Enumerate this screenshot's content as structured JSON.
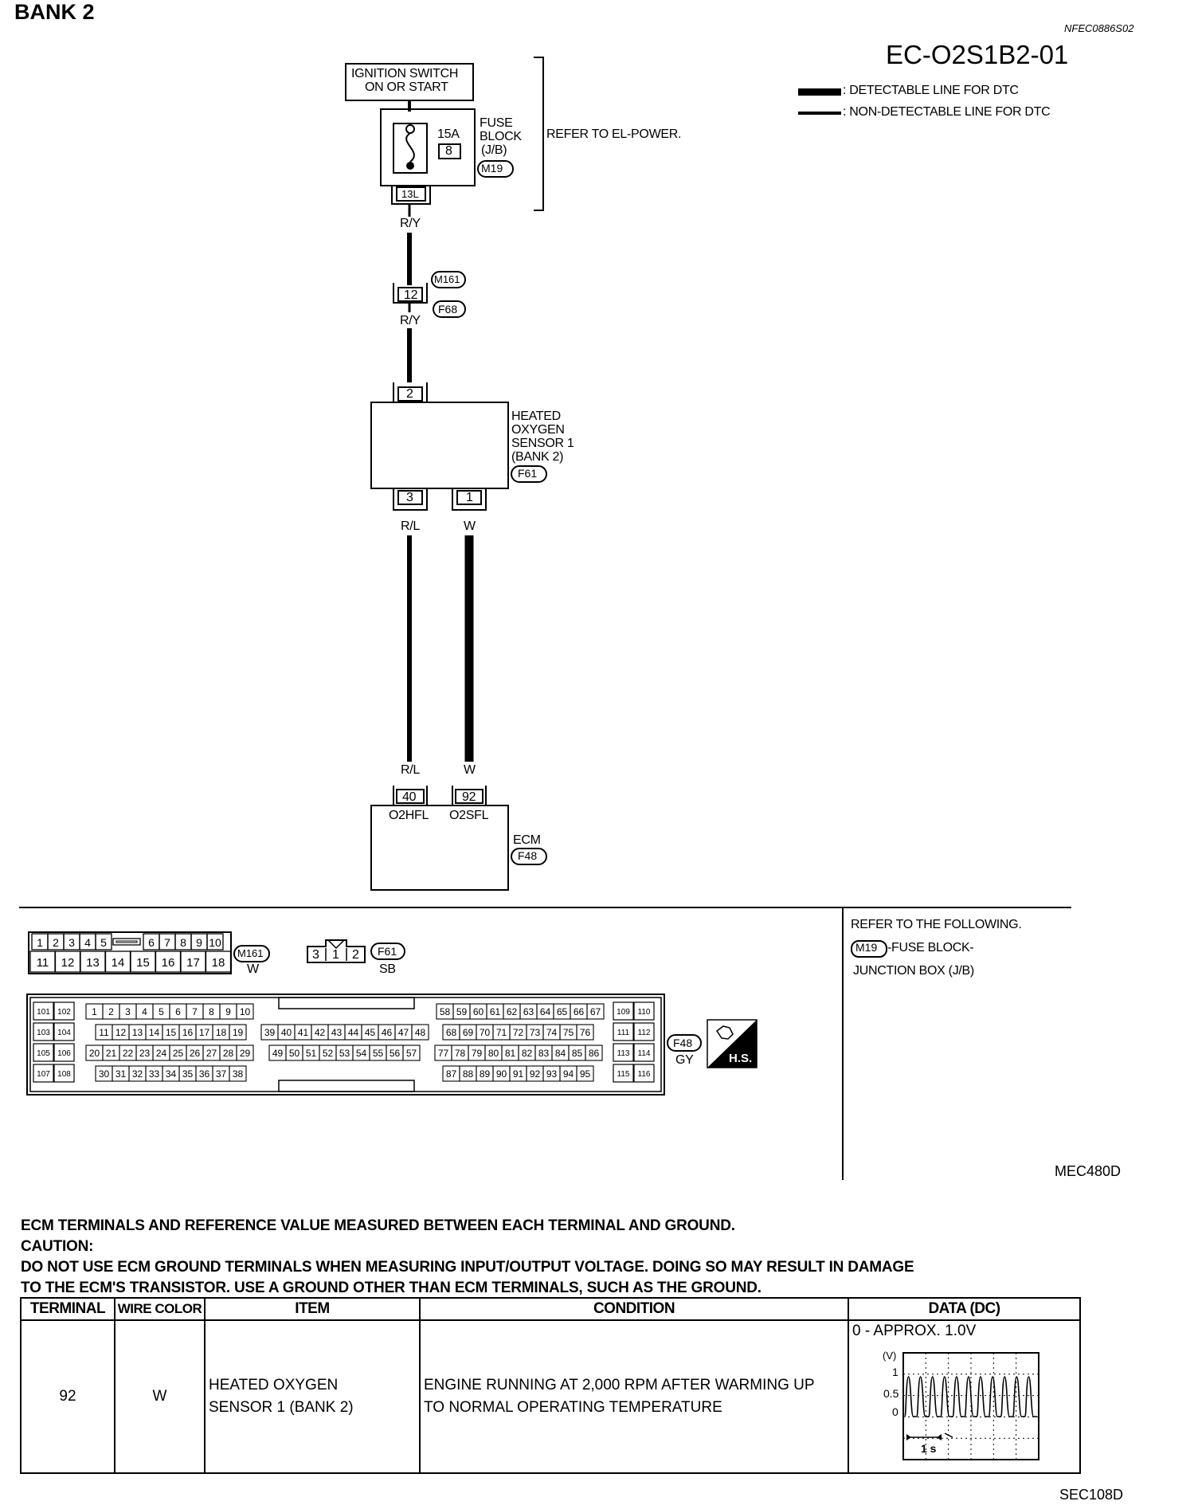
{
  "header": {
    "bank": "BANK 2",
    "code": "NFEC0886S02",
    "diagram_id": "EC-O2S1B2-01"
  },
  "legend": {
    "detectable": ": DETECTABLE LINE FOR DTC",
    "non_detectable": ": NON-DETECTABLE LINE FOR DTC"
  },
  "schematic": {
    "ignition_line1": "IGNITION SWITCH",
    "ignition_line2": "ON OR START",
    "fuse_amp": "15A",
    "fuse_num": "8",
    "fuse_label1": "FUSE",
    "fuse_label2": "BLOCK",
    "fuse_label3": "(J/B)",
    "fuse_conn": "M19",
    "refer_power": "REFER TO EL-POWER.",
    "term_13l": "13L",
    "wire_ry_1": "R/Y",
    "conn_m161": "M161",
    "term_12": "12",
    "conn_f68": "F68",
    "wire_ry_2": "R/Y",
    "term_2": "2",
    "sensor_line1": "HEATED",
    "sensor_line2": "OXYGEN",
    "sensor_line3": "SENSOR 1",
    "sensor_line4": "(BANK 2)",
    "sensor_conn": "F61",
    "term_3": "3",
    "term_1": "1",
    "wire_rl_1": "R/L",
    "wire_w_1": "W",
    "wire_rl_2": "R/L",
    "wire_w_2": "W",
    "term_40": "40",
    "term_92": "92",
    "o2hfl": "O2HFL",
    "o2sfl": "O2SFL",
    "ecm_label": "ECM",
    "ecm_conn": "F48"
  },
  "connectors": {
    "m161_top": [
      "1",
      "2",
      "3",
      "4",
      "5",
      "6",
      "7",
      "8",
      "9",
      "10"
    ],
    "m161_bottom": [
      "11",
      "12",
      "13",
      "14",
      "15",
      "16",
      "17",
      "18"
    ],
    "m161_name": "M161",
    "m161_color": "W",
    "f61_pins": [
      "3",
      "1",
      "2"
    ],
    "f61_name": "F61",
    "f61_color": "SB",
    "ecm_name": "F48",
    "ecm_color": "GY",
    "hs_label": "H.S.",
    "ecm_rows": [
      [
        "101",
        "102",
        "1",
        "2",
        "3",
        "4",
        "5",
        "6",
        "7",
        "8",
        "9",
        "10",
        "58",
        "59",
        "60",
        "61",
        "62",
        "63",
        "64",
        "65",
        "66",
        "67",
        "109",
        "110"
      ],
      [
        "103",
        "104",
        "11",
        "12",
        "13",
        "14",
        "15",
        "16",
        "17",
        "18",
        "19",
        "39",
        "40",
        "41",
        "42",
        "43",
        "44",
        "45",
        "46",
        "47",
        "48",
        "68",
        "69",
        "70",
        "71",
        "72",
        "73",
        "74",
        "75",
        "76",
        "111",
        "112"
      ],
      [
        "105",
        "106",
        "20",
        "21",
        "22",
        "23",
        "24",
        "25",
        "26",
        "27",
        "28",
        "29",
        "49",
        "50",
        "51",
        "52",
        "53",
        "54",
        "55",
        "56",
        "57",
        "77",
        "78",
        "79",
        "80",
        "81",
        "82",
        "83",
        "84",
        "85",
        "86",
        "113",
        "114"
      ],
      [
        "107",
        "108",
        "30",
        "31",
        "32",
        "33",
        "34",
        "35",
        "36",
        "37",
        "38",
        "87",
        "88",
        "89",
        "90",
        "91",
        "92",
        "93",
        "94",
        "95",
        "115",
        "116"
      ]
    ]
  },
  "refer": {
    "line1": "REFER TO THE FOLLOWING.",
    "conn": "M19",
    "line2": "-FUSE BLOCK-",
    "line3": "JUNCTION BOX (J/B)"
  },
  "figure_ids": {
    "upper": "MEC480D",
    "lower": "SEC108D"
  },
  "notes": {
    "line1": "ECM TERMINALS AND REFERENCE VALUE MEASURED BETWEEN EACH TERMINAL AND GROUND.",
    "line2": "CAUTION:",
    "line3": "DO NOT USE ECM GROUND TERMINALS WHEN MEASURING INPUT/OUTPUT VOLTAGE. DOING SO MAY RESULT IN DAMAGE",
    "line4": "TO THE ECM'S TRANSISTOR. USE A GROUND OTHER THAN ECM TERMINALS, SUCH AS THE GROUND."
  },
  "table": {
    "headers": [
      "TERMINAL",
      "WIRE COLOR",
      "ITEM",
      "CONDITION",
      "DATA (DC)"
    ],
    "row": {
      "terminal": "92",
      "wire_color": "W",
      "item_line1": "HEATED OXYGEN",
      "item_line2": "SENSOR 1 (BANK 2)",
      "condition_line1": "ENGINE RUNNING AT 2,000 RPM AFTER WARMING UP",
      "condition_line2": "TO NORMAL OPERATING TEMPERATURE",
      "data": "0 - APPROX. 1.0V"
    },
    "scope": {
      "unit": "(V)",
      "y1": "1",
      "y05": "0.5",
      "y0": "0",
      "time": "1 s"
    }
  }
}
